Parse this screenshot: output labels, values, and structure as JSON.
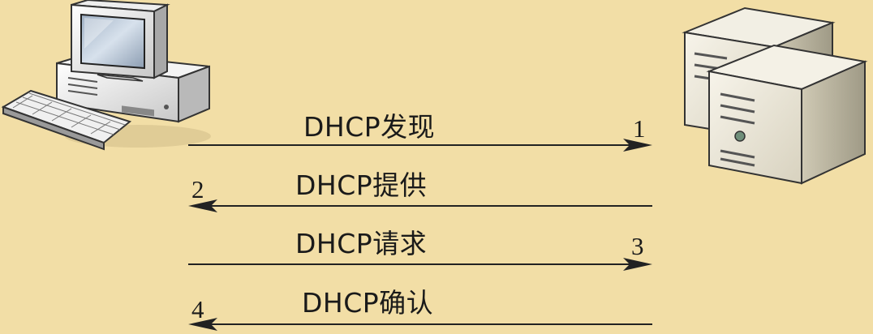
{
  "colors": {
    "background": "#f2dea6",
    "arrow": "#222222",
    "text": "#1a1a1a"
  },
  "icons": {
    "client": "desktop-computer-icon",
    "server": "server-tower-icon"
  },
  "messages": [
    {
      "step": "1",
      "label": "DHCP发现",
      "direction": "client-to-server"
    },
    {
      "step": "2",
      "label": "DHCP提供",
      "direction": "server-to-client"
    },
    {
      "step": "3",
      "label": "DHCP请求",
      "direction": "client-to-server"
    },
    {
      "step": "4",
      "label": "DHCP确认",
      "direction": "server-to-client"
    }
  ]
}
